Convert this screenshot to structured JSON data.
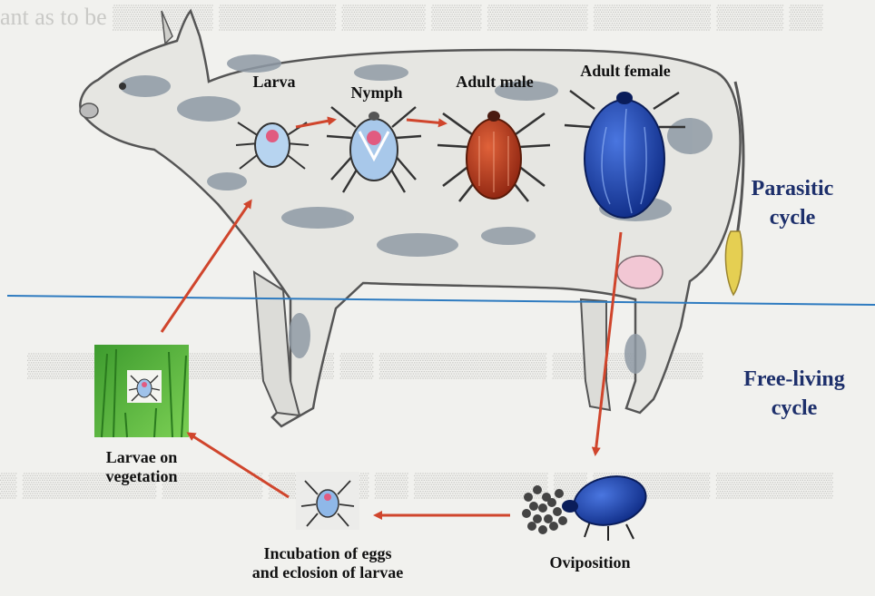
{
  "stages": {
    "larva": "Larva",
    "nymph": "Nymph",
    "adult_male": "Adult male",
    "adult_female": "Adult female",
    "oviposition": "Oviposition",
    "incubation_line1": "Incubation of eggs",
    "incubation_line2": "and eclosion of larvae",
    "vegetation_line1": "Larvae on",
    "vegetation_line2": "vegetation"
  },
  "cycles": {
    "parasitic_line1": "Parasitic",
    "parasitic_line2": "cycle",
    "free_line1": "Free-living",
    "free_line2": "cycle"
  },
  "colors": {
    "arrow": "#d0452c",
    "divider": "#2e7bc0",
    "cycle_text": "#1d2f6b",
    "adult_female": "#1d3fa8",
    "adult_male": "#b83a1c",
    "nymph": "#a8c8ea"
  }
}
